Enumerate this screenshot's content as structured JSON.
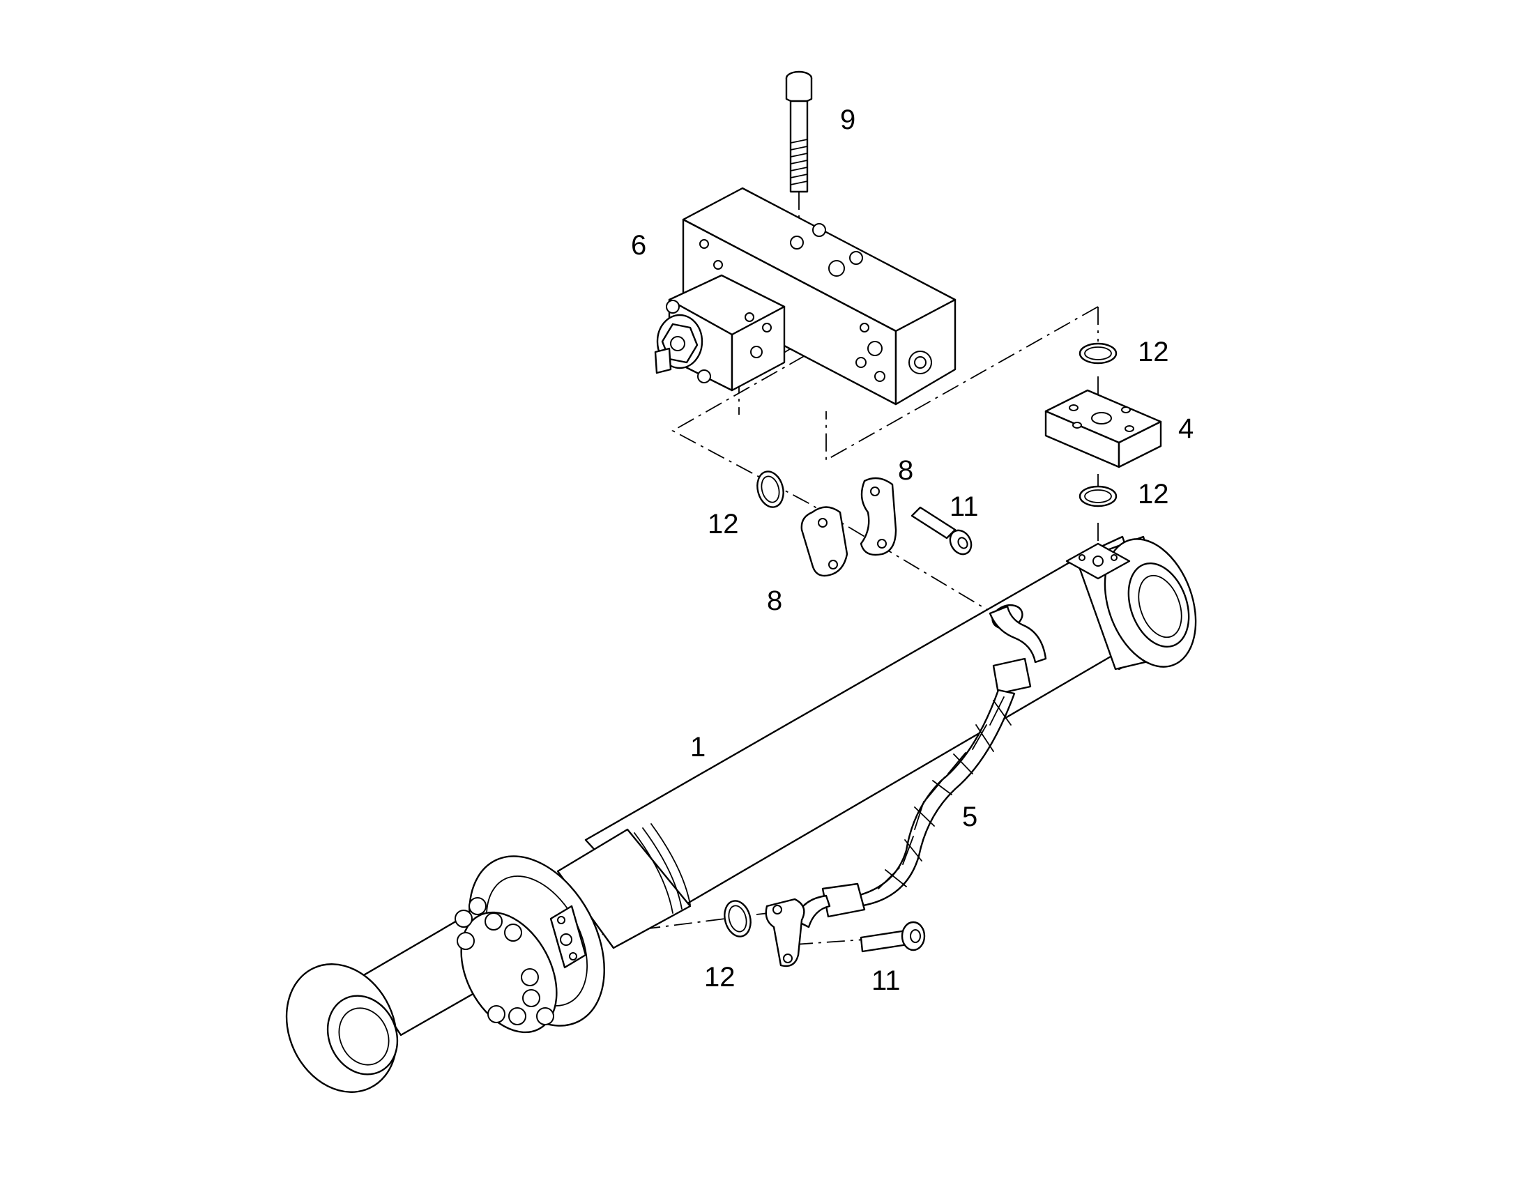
{
  "callouts": {
    "c1": "1",
    "c4": "4",
    "c5": "5",
    "c6": "6",
    "c8a": "8",
    "c8b": "8",
    "c9": "9",
    "c11a": "11",
    "c11b": "11",
    "c12a": "12",
    "c12b": "12",
    "c12c": "12",
    "c12d": "12"
  },
  "colors": {
    "line": "#000000",
    "background": "#ffffff"
  }
}
